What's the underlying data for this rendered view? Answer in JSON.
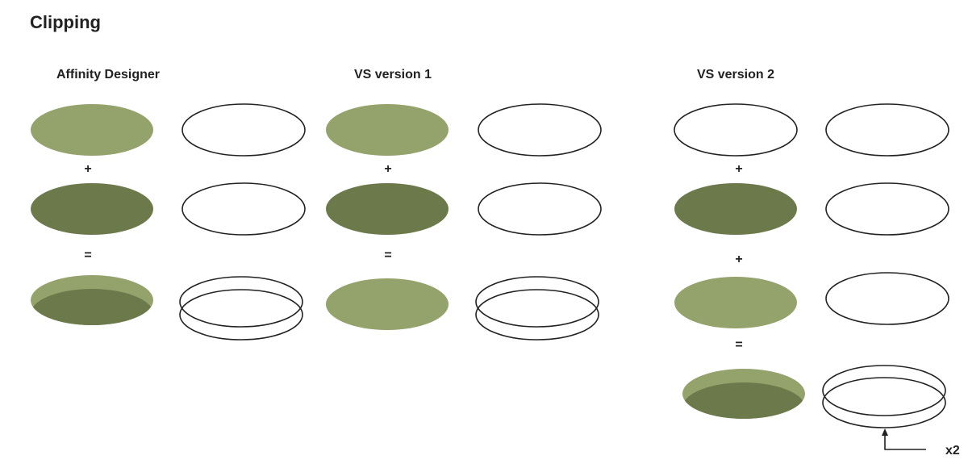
{
  "title": "Clipping",
  "columns": [
    {
      "heading": "Affinity Designer"
    },
    {
      "heading": "VS version 1"
    },
    {
      "heading": "VS version 2"
    }
  ],
  "operators": {
    "plus": "+",
    "equals": "="
  },
  "annotation": "x2",
  "colors": {
    "light_green": "#94a36c",
    "dark_green": "#6c7a4b",
    "stroke": "#222222"
  }
}
